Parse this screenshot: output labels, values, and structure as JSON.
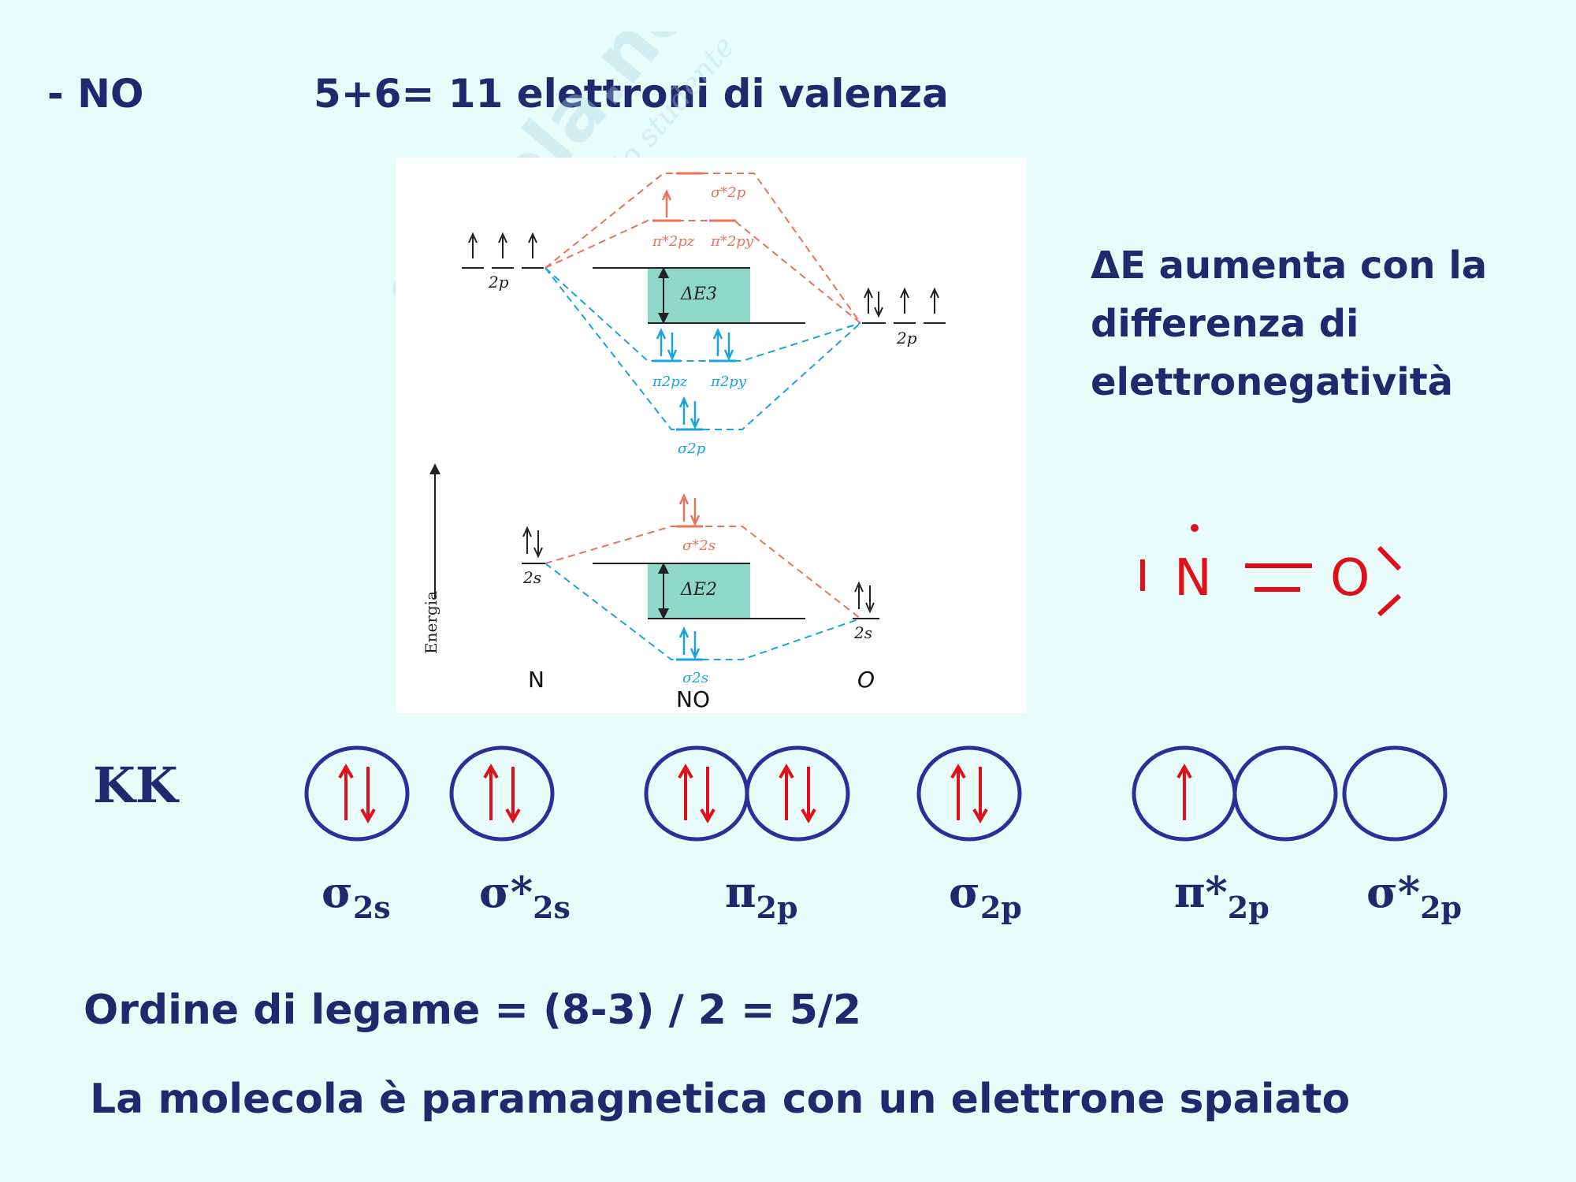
{
  "header": {
    "molecule": "- NO",
    "valence": "5+6= 11 elettroni di valenza"
  },
  "note": {
    "line1": "ΔE aumenta con la",
    "line2": "differenza di",
    "line3": "elettronegatività"
  },
  "watermark": {
    "brand": "Skuola.net",
    "tagline": "il paradiso dello studente"
  },
  "diagram": {
    "energy_axis": "Energia",
    "atom_left": "N",
    "atom_mid": "NO",
    "atom_right": "O",
    "levels": {
      "n_2p": "2p",
      "o_2p": "2p",
      "n_2s": "2s",
      "o_2s": "2s",
      "sigma2p_star": "σ*2p",
      "pi2pz_star": "π*2pz",
      "pi2py_star": "π*2py",
      "pi2pz": "π2pz",
      "pi2py": "π2py",
      "sigma2p": "σ2p",
      "sigma2s_star": "σ*2s",
      "sigma2s": "σ2s",
      "delta_e3": "ΔE3",
      "delta_e2": "ΔE2"
    },
    "colors": {
      "antibonding": "#e8735a",
      "bonding": "#1aa3dc",
      "box": "#8fd8c8",
      "ink": "#222222"
    }
  },
  "lewis": {
    "n": "N",
    "o": "O"
  },
  "config": {
    "core": "KK",
    "orbitals": [
      {
        "base": "σ",
        "star": "",
        "sub": "2s",
        "electrons": [
          2
        ]
      },
      {
        "base": "σ",
        "star": "*",
        "sub": "2s",
        "electrons": [
          2
        ]
      },
      {
        "base": "π",
        "star": "",
        "sub": "2p",
        "electrons": [
          2,
          2
        ]
      },
      {
        "base": "σ",
        "star": "",
        "sub": "2p",
        "electrons": [
          2
        ]
      },
      {
        "base": "π",
        "star": "*",
        "sub": "2p",
        "electrons": [
          1,
          0
        ]
      },
      {
        "base": "σ",
        "star": "*",
        "sub": "2p",
        "electrons": [
          0
        ]
      }
    ]
  },
  "footer": {
    "bond_order": "Ordine di legame = (8-3) / 2 =  5/2",
    "magnetism": "La molecola è paramagnetica con un elettrone spaiato"
  }
}
